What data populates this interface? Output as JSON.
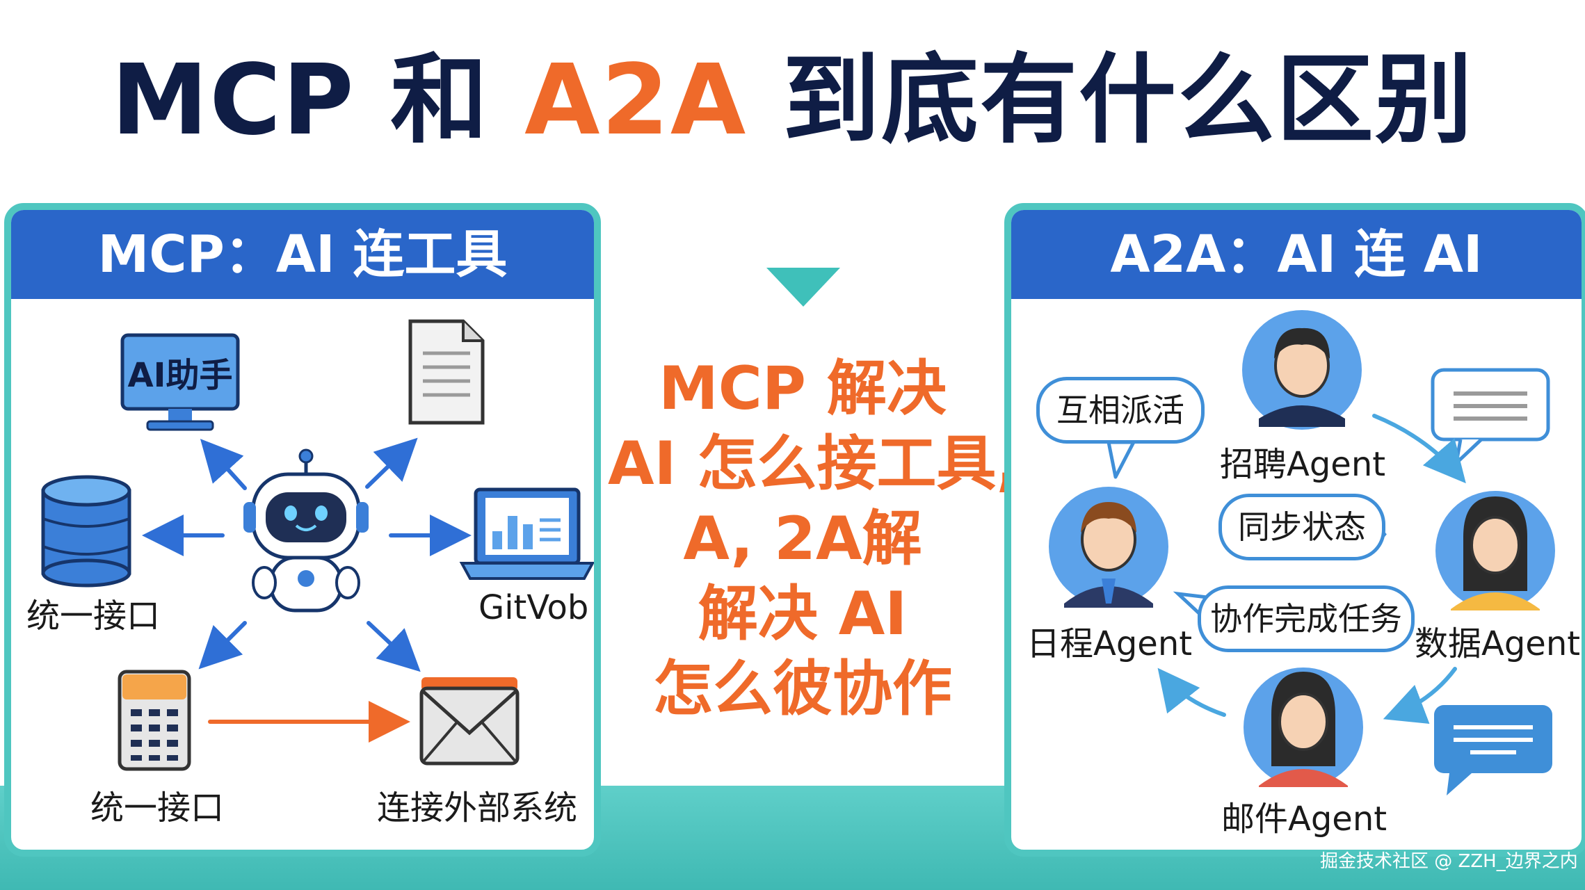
{
  "title": {
    "part1": "MCP 和 ",
    "part2": "A2A",
    "part3": " 到底有什么区别"
  },
  "left_panel": {
    "header": "MCP：AI 连工具",
    "monitor_text": "AI助手",
    "labels": {
      "database": "统一接口",
      "laptop": "GitVob",
      "calculator": "统一接口",
      "mail": "连接外部系统"
    }
  },
  "center": {
    "lines": [
      "MCP 解决",
      "AI 怎么接工具,",
      "A, 2A解",
      "解决 AI",
      "怎么彼协作"
    ]
  },
  "right_panel": {
    "header": "A2A：AI 连 AI",
    "bubbles": {
      "dispatch": "互相派活",
      "sync": "同步状态",
      "collab": "协作完成任务"
    },
    "agents": {
      "recruit": "招聘Agent",
      "schedule": "日程Agent",
      "data": "数据Agent",
      "mail": "邮件Agent"
    }
  },
  "watermark": "掘金技术社区 @ ZZH_边界之内",
  "colors": {
    "navy": "#0f1d45",
    "orange": "#ef6a2a",
    "header_blue": "#2a66c9",
    "teal": "#4fc6c0",
    "arrow_blue": "#2f6fd6"
  }
}
